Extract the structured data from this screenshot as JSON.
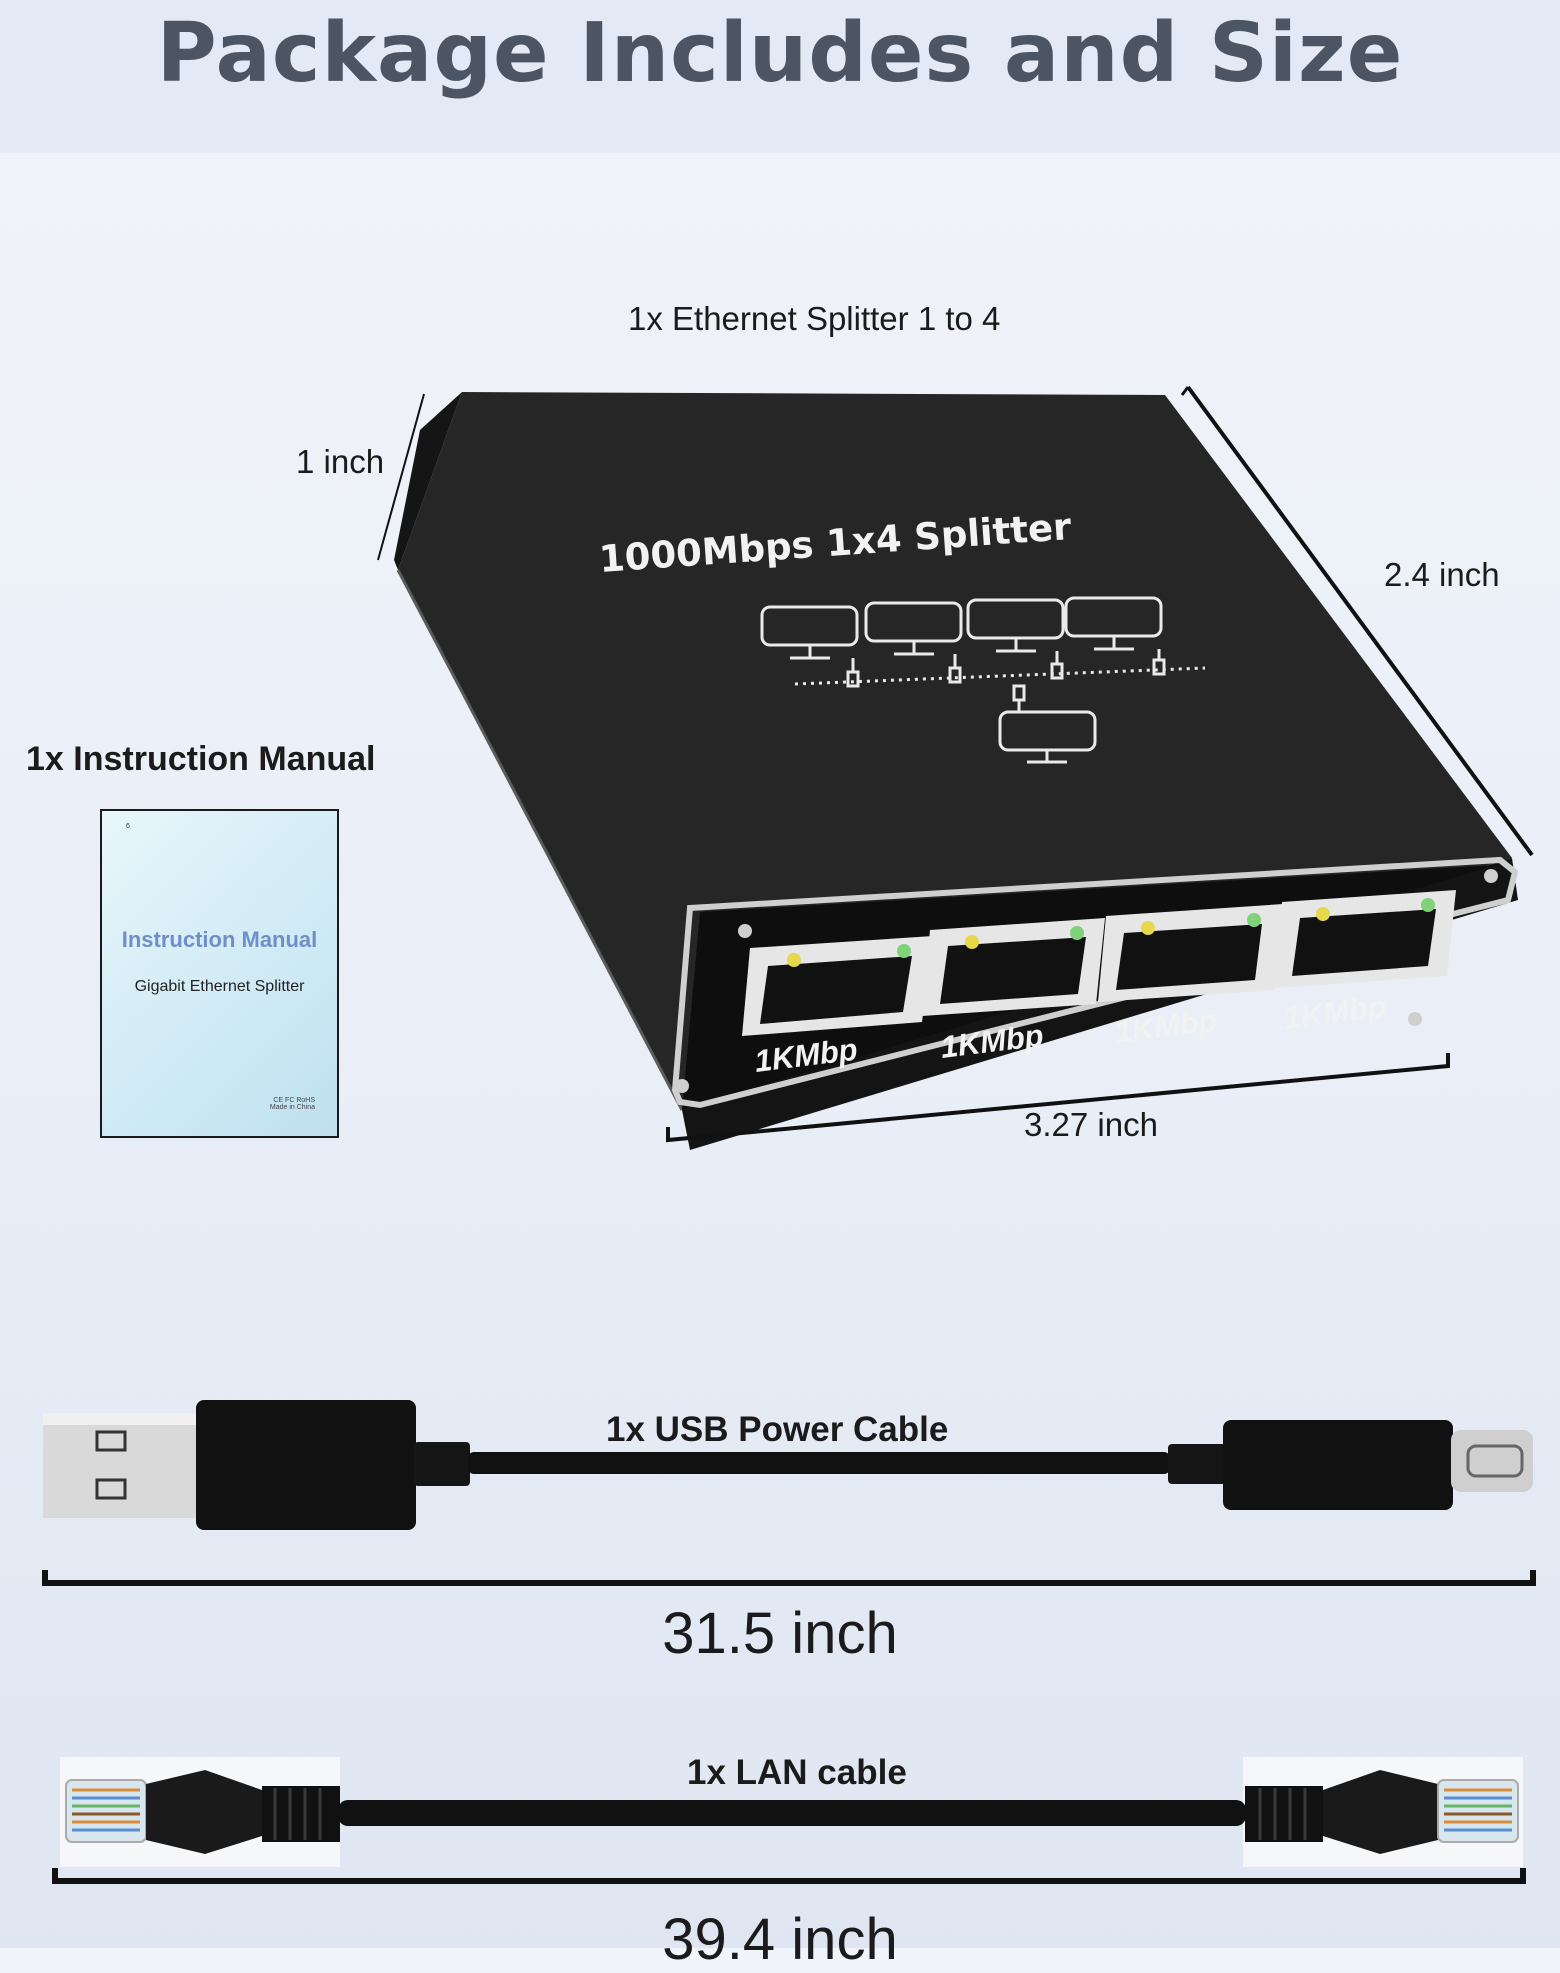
{
  "header": {
    "title": "Package Includes and Size"
  },
  "splitter": {
    "label": "1x Ethernet Splitter 1 to 4",
    "top_text": "1000Mbps 1x4 Splitter",
    "port_labels": [
      "1KMbp",
      "1KMbp",
      "1KMbp",
      "1KMbp"
    ],
    "dim_height": "1 inch",
    "dim_depth": "2.4 inch",
    "dim_width": "3.27 inch"
  },
  "manual": {
    "label": "1x Instruction Manual",
    "cover_title": "Instruction Manual",
    "cover_subtitle": "Gigabit Ethernet Splitter",
    "cover_page": "6",
    "cover_footer": "CE FC RoHS",
    "cover_footer2": "Made in China"
  },
  "usb_cable": {
    "label": "1x USB Power Cable",
    "length": "31.5 inch"
  },
  "lan_cable": {
    "label": "1x LAN cable",
    "length": "39.4 inch"
  },
  "colors": {
    "device": "#1f1f1f",
    "title": "#4b5563",
    "led_yellow": "#e6d84a",
    "led_green": "#7fd27a"
  }
}
